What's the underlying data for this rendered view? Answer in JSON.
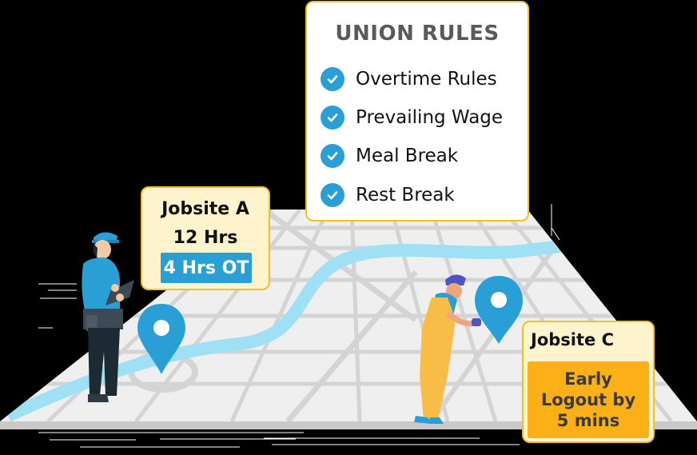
{
  "union_rules": {
    "title": "UNION RULES",
    "items": [
      {
        "label": "Overtime Rules",
        "icon": "check-circle-icon"
      },
      {
        "label": "Prevailing Wage",
        "icon": "check-circle-icon"
      },
      {
        "label": "Meal Break",
        "icon": "check-circle-icon"
      },
      {
        "label": "Rest Break",
        "icon": "check-circle-icon"
      }
    ]
  },
  "jobsite_a": {
    "name": "Jobsite A",
    "hours": "12 Hrs",
    "overtime": "4 Hrs OT"
  },
  "jobsite_c": {
    "name": "Jobsite C",
    "alert_lines": [
      "Early",
      "Logout by",
      "5 mins"
    ]
  },
  "colors": {
    "accent_blue": "#2a9fd6",
    "card_yellow_bg": "#fdf3cd",
    "card_border": "#f2c21b",
    "alert_orange": "#fbb017",
    "map_surface": "#efefef",
    "road": "#d4d4d4",
    "river": "#9fe0f5",
    "background": "#000000"
  }
}
